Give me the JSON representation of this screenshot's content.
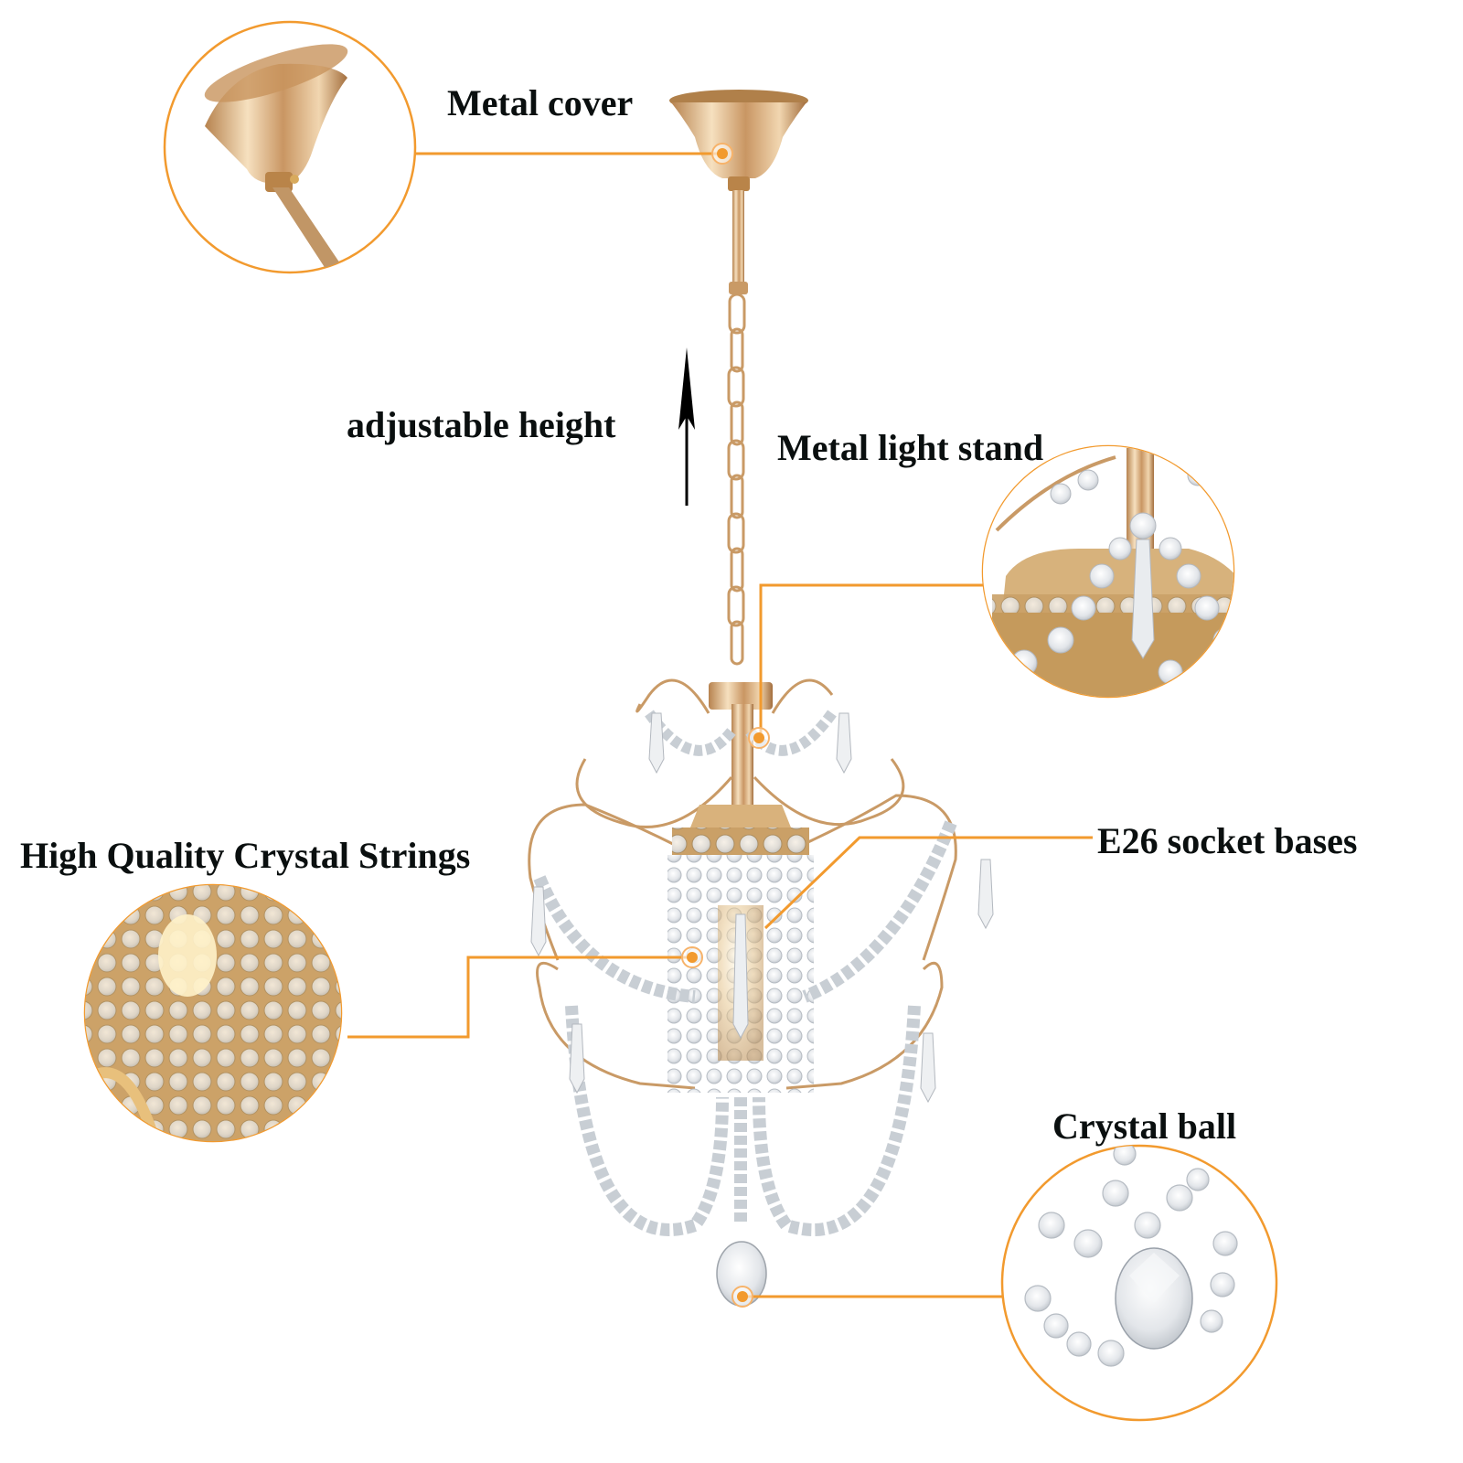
{
  "labels": {
    "metal_cover": "Metal cover",
    "adjustable_height": "adjustable height",
    "metal_light_stand": "Metal light stand",
    "crystal_strings": "High Quality Crystal Strings",
    "socket_bases": "E26 socket bases",
    "crystal_ball": "Crystal ball"
  },
  "colors": {
    "callout": "#f29a2e",
    "gold": "#d9b27c",
    "text": "#0a0f0f",
    "background": "#ffffff"
  },
  "icons": {
    "arrow": "up-arrow-icon",
    "dot": "callout-dot-icon"
  }
}
